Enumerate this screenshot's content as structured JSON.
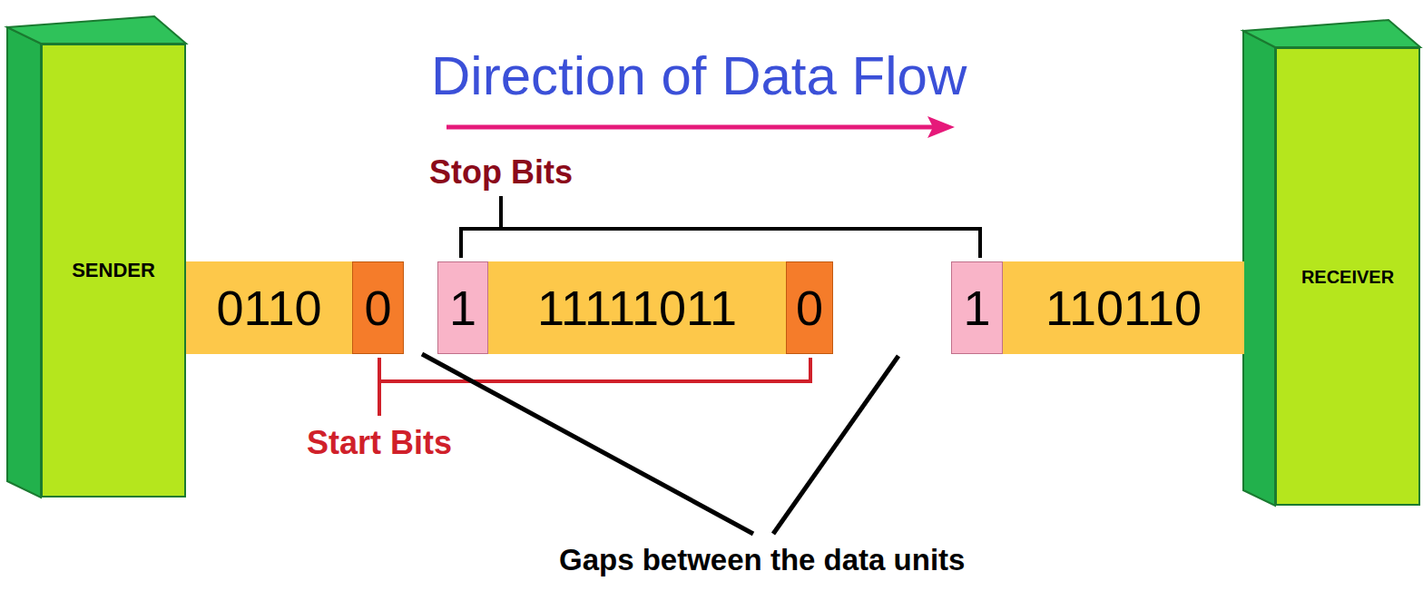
{
  "diagram": {
    "title": "Direction of Data Flow",
    "nodes": [
      {
        "text": [
          "SENDER"
        ]
      },
      {
        "text": [
          "0110"
        ]
      },
      {
        "text": [
          "0"
        ]
      },
      {
        "text": [
          "1"
        ]
      },
      {
        "text": [
          "11111011"
        ]
      },
      {
        "text": [
          "0"
        ]
      },
      {
        "text": [
          "1"
        ]
      },
      {
        "text": [
          "110110"
        ]
      },
      {
        "text": [
          "RECEIVER"
        ]
      }
    ],
    "labels": [
      "Stop Bits",
      "Start Bits",
      "Gaps between the data units"
    ]
  }
}
